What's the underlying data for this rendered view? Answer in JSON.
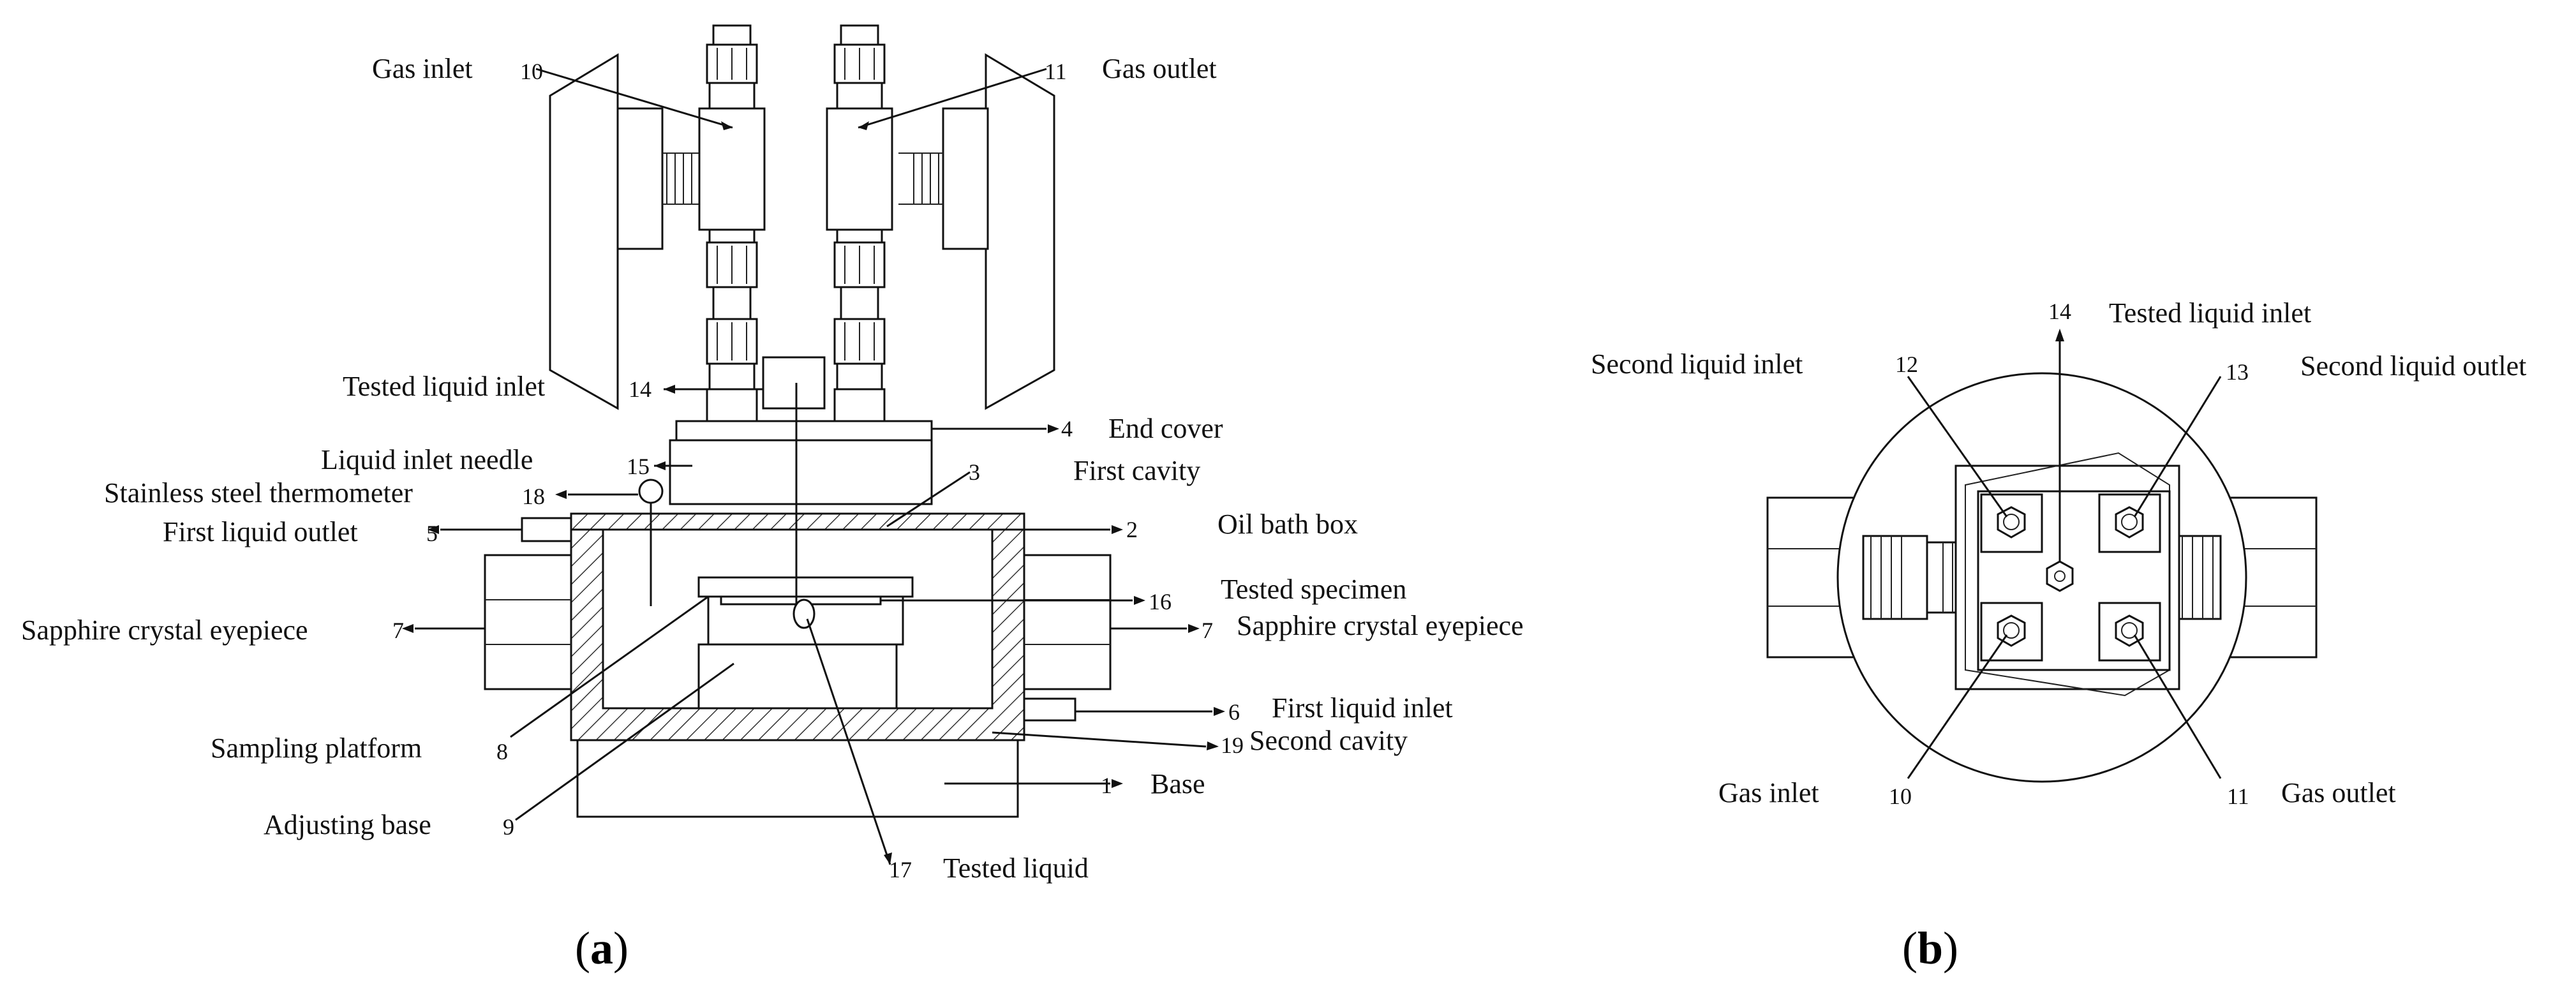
{
  "panel_a": {
    "caption_open": "(",
    "caption_letter": "a",
    "caption_close": ")",
    "callouts": [
      {
        "name": "gas-inlet",
        "label": "Gas inlet",
        "num": "10"
      },
      {
        "name": "gas-outlet",
        "label": "Gas outlet",
        "num": "11"
      },
      {
        "name": "tested-liquid-inlet",
        "label": "Tested liquid inlet",
        "num": "14"
      },
      {
        "name": "end-cover",
        "label": "End cover",
        "num": "4"
      },
      {
        "name": "liquid-inlet-needle",
        "label": "Liquid inlet needle",
        "num": "15"
      },
      {
        "name": "first-cavity",
        "label": "First cavity",
        "num": "3"
      },
      {
        "name": "stainless-steel-thermometer",
        "label": "Stainless steel thermometer",
        "num": "18"
      },
      {
        "name": "first-liquid-outlet",
        "label": "First liquid outlet",
        "num": "5"
      },
      {
        "name": "oil-bath-box",
        "label": "Oil bath box",
        "num": "2"
      },
      {
        "name": "tested-specimen",
        "label": "Tested specimen",
        "num": "16"
      },
      {
        "name": "sapphire-eyepiece-left",
        "label": "Sapphire crystal eyepiece",
        "num": "7"
      },
      {
        "name": "sapphire-eyepiece-right",
        "label": "Sapphire crystal eyepiece",
        "num": "7"
      },
      {
        "name": "first-liquid-inlet",
        "label": "First liquid inlet",
        "num": "6"
      },
      {
        "name": "sampling-platform",
        "label": "Sampling platform",
        "num": "8"
      },
      {
        "name": "second-cavity",
        "label": "Second cavity",
        "num": "19"
      },
      {
        "name": "base",
        "label": "Base",
        "num": "1"
      },
      {
        "name": "adjusting-base",
        "label": "Adjusting base",
        "num": "9"
      },
      {
        "name": "tested-liquid",
        "label": "Tested liquid",
        "num": "17"
      }
    ]
  },
  "panel_b": {
    "caption_open": "(",
    "caption_letter": "b",
    "caption_close": ")",
    "callouts": [
      {
        "name": "tested-liquid-inlet",
        "label": "Tested liquid inlet",
        "num": "14"
      },
      {
        "name": "second-liquid-inlet",
        "label": "Second liquid inlet",
        "num": "12"
      },
      {
        "name": "second-liquid-outlet",
        "label": "Second liquid outlet",
        "num": "13"
      },
      {
        "name": "gas-inlet",
        "label": "Gas inlet",
        "num": "10"
      },
      {
        "name": "gas-outlet",
        "label": "Gas outlet",
        "num": "11"
      }
    ]
  }
}
